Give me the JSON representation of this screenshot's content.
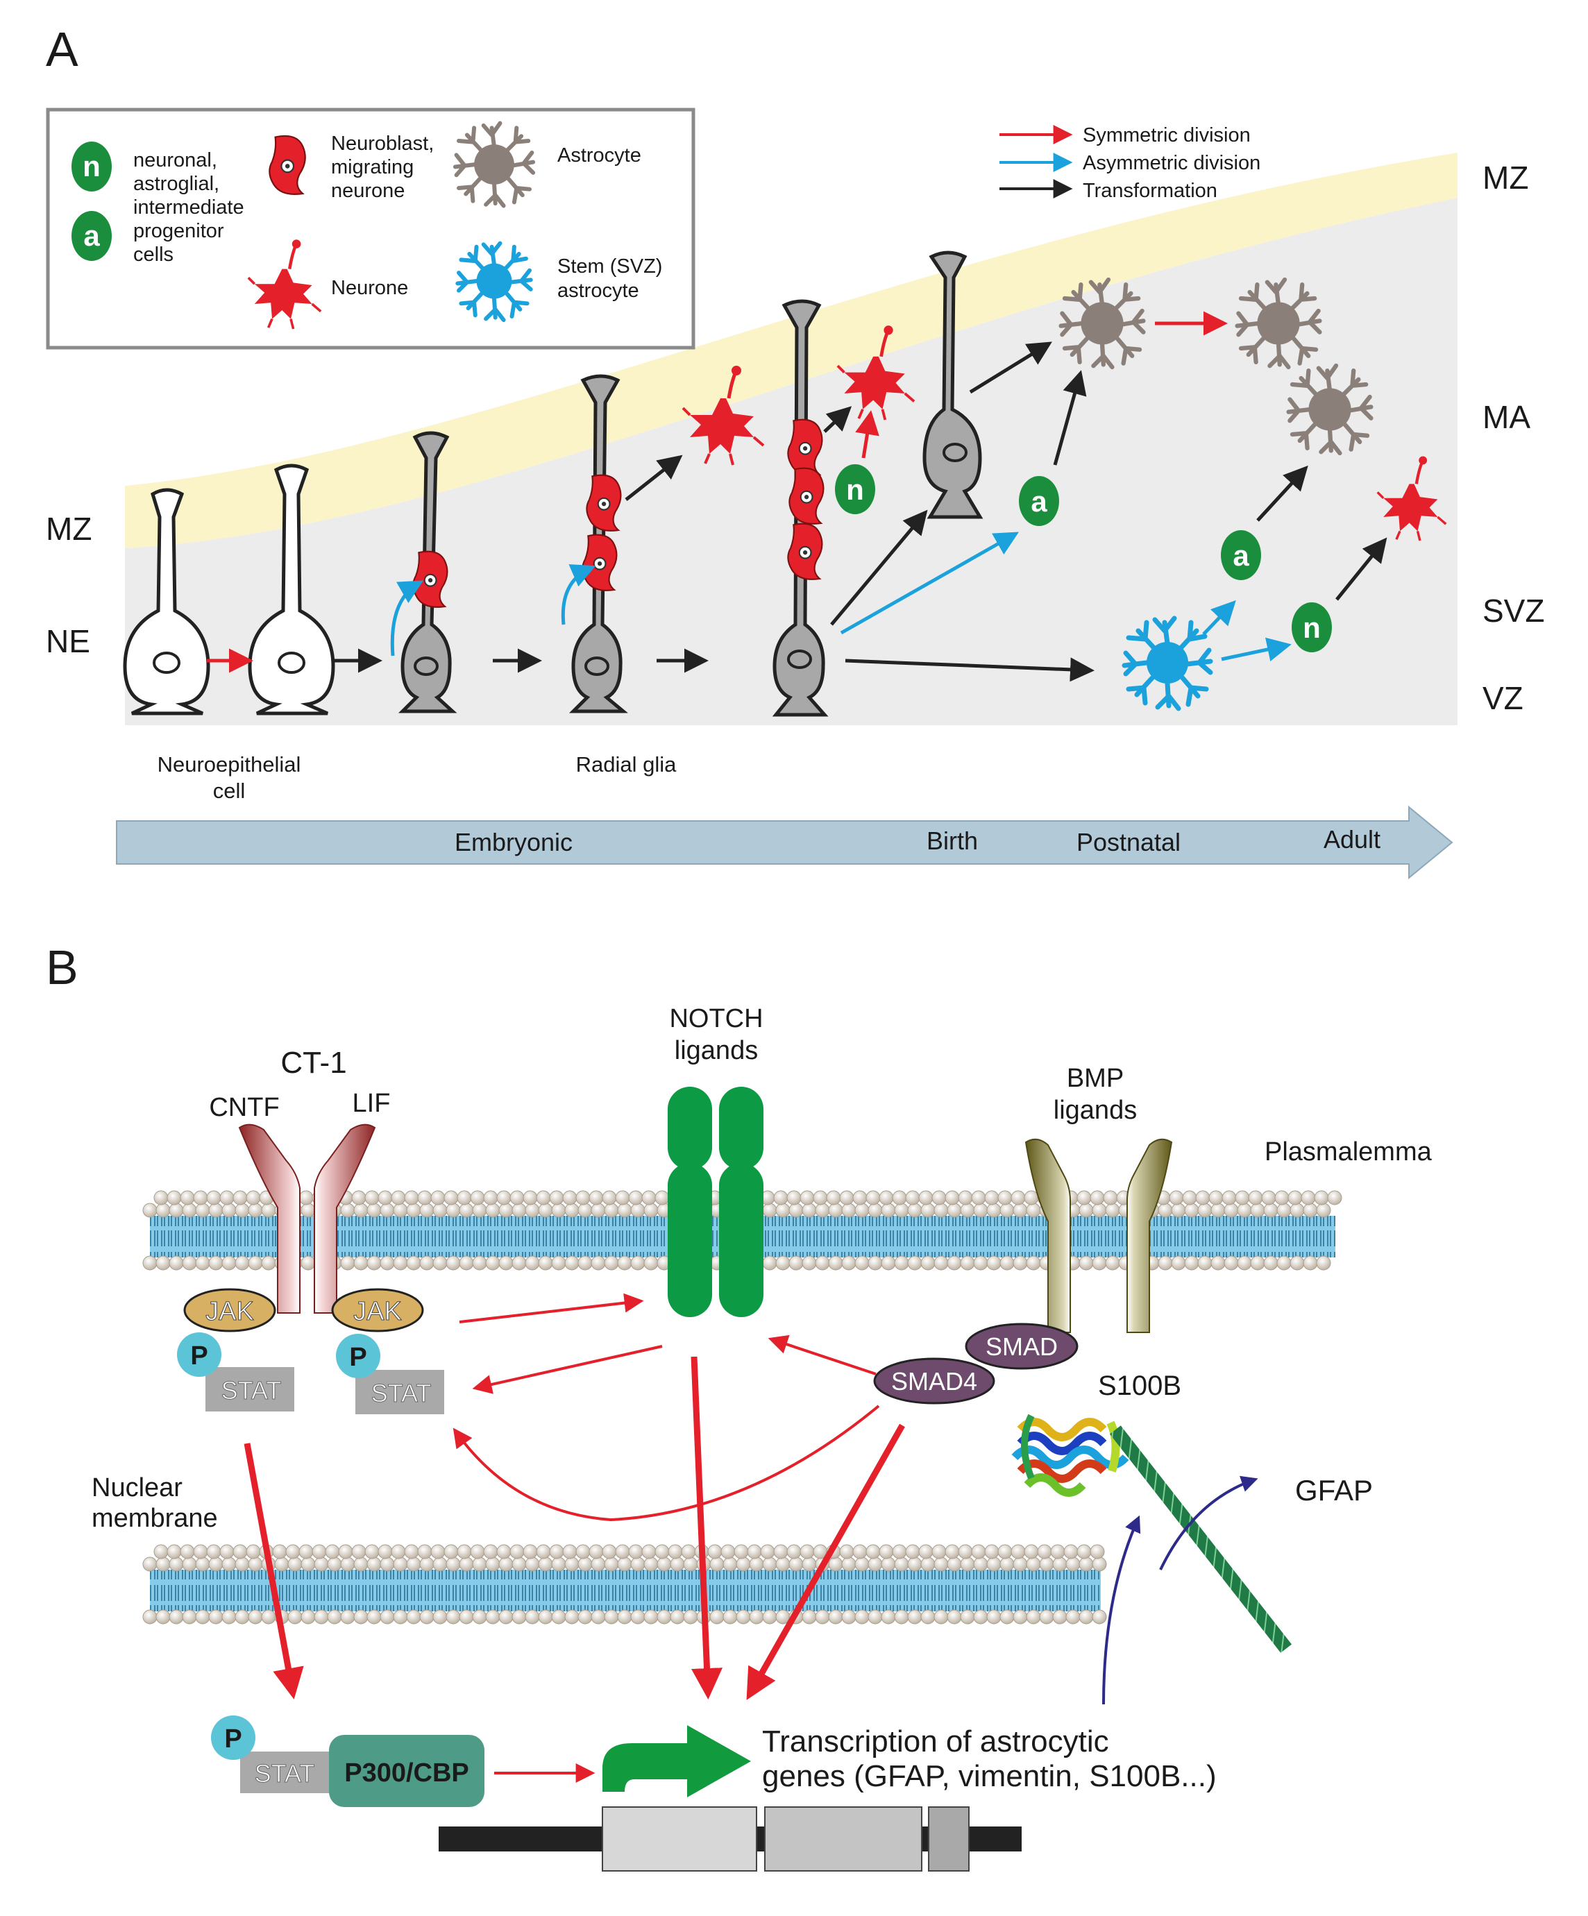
{
  "panel_a": {
    "label": "A",
    "legend": {
      "progenitor_n_symbol": "n",
      "progenitor_a_symbol": "a",
      "progenitor_text": [
        "neuronal,",
        "astroglial,",
        "intermediate",
        "progenitor",
        "cells"
      ],
      "neuroblast_text": [
        "Neuroblast,",
        "migrating",
        "neurone"
      ],
      "neurone_text": "Neurone",
      "astrocyte_text": "Astrocyte",
      "stem_text": [
        "Stem (SVZ)",
        "astrocyte"
      ]
    },
    "arrow_legend": {
      "symmetric": "Symmetric division",
      "asymmetric": "Asymmetric division",
      "transformation": "Transformation"
    },
    "zones": {
      "mz_right": "MZ",
      "ma": "MA",
      "svz": "SVZ",
      "vz": "VZ",
      "mz_left": "MZ",
      "ne": "NE"
    },
    "cell_labels": {
      "neuroepithelial": [
        "Neuroepithelial",
        "cell"
      ],
      "radial_glia": "Radial glia"
    },
    "timeline": {
      "embryonic": "Embryonic",
      "birth": "Birth",
      "postnatal": "Postnatal",
      "adult": "Adult"
    },
    "progenitor_marks": [
      "n",
      "a",
      "a",
      "n"
    ]
  },
  "panel_b": {
    "label": "B",
    "ligands": {
      "ct1": "CT-1",
      "cntf": "CNTF",
      "lif": "LIF",
      "notch": [
        "NOTCH",
        "ligands"
      ],
      "bmp": [
        "BMP",
        "ligands"
      ]
    },
    "plasmalemma": "Plasmalemma",
    "nuclear_membrane": [
      "Nuclear",
      "membrane"
    ],
    "jak": "JAK",
    "stat": "STAT",
    "p": "P",
    "smad": "SMAD",
    "smad4": "SMAD4",
    "s100b": "S100B",
    "gfap": "GFAP",
    "p300": "P300/CBP",
    "transcription": [
      "Transcription of astrocytic",
      "genes (GFAP, vimentin, S100B...)"
    ]
  },
  "colors": {
    "red_arrow": "#e4202a",
    "blue_arrow": "#1ba1dc",
    "green_cell": "#1b8e3e",
    "membrane_blue": "#7fc6e8",
    "timeline_blue": "#b2c9d8",
    "zone_yellow": "#fbf4c9",
    "zone_grey": "#ececec",
    "jak": "#d8b064",
    "smad": "#6e4a6c",
    "p300": "#4e9c87",
    "notch_green": "#0c9a45",
    "cntf_red": "#9a2d2d",
    "bmp_olive": "#6b6420",
    "navy_arrow": "#2d2a8a"
  }
}
